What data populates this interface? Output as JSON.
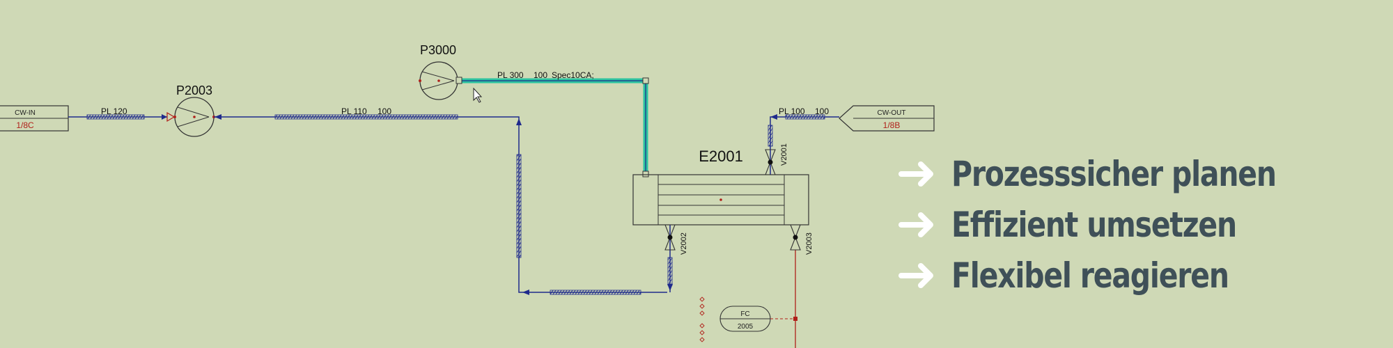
{
  "diagram": {
    "pumps": [
      {
        "tag": "P3000"
      },
      {
        "tag": "P2003"
      }
    ],
    "exchanger": {
      "tag": "E2001"
    },
    "lines": {
      "pl120": {
        "label": "PL 120"
      },
      "pl110": {
        "label": "PL 110",
        "size": "100"
      },
      "pl300": {
        "label": "PL 300",
        "size": "100",
        "spec": "Spec10CA;"
      },
      "pl100": {
        "label": "PL 100",
        "size": "100"
      }
    },
    "offpage_in": {
      "title": "CW-IN",
      "ref": "1/8C"
    },
    "offpage_out": {
      "title": "CW-OUT",
      "ref": "1/8B"
    },
    "valves": [
      {
        "tag": "V2001"
      },
      {
        "tag": "V2002"
      },
      {
        "tag": "V2003"
      }
    ],
    "controller": {
      "type": "FC",
      "number": "2005"
    },
    "colors": {
      "line_blue": "#1f2a8c",
      "line_red": "#b0201a",
      "highlight": "#2ec4a0",
      "text": "#111111"
    }
  },
  "taglines": [
    {
      "text": "Prozesssicher planen"
    },
    {
      "text": "Effizient umsetzen"
    },
    {
      "text": "Flexibel reagieren"
    }
  ]
}
